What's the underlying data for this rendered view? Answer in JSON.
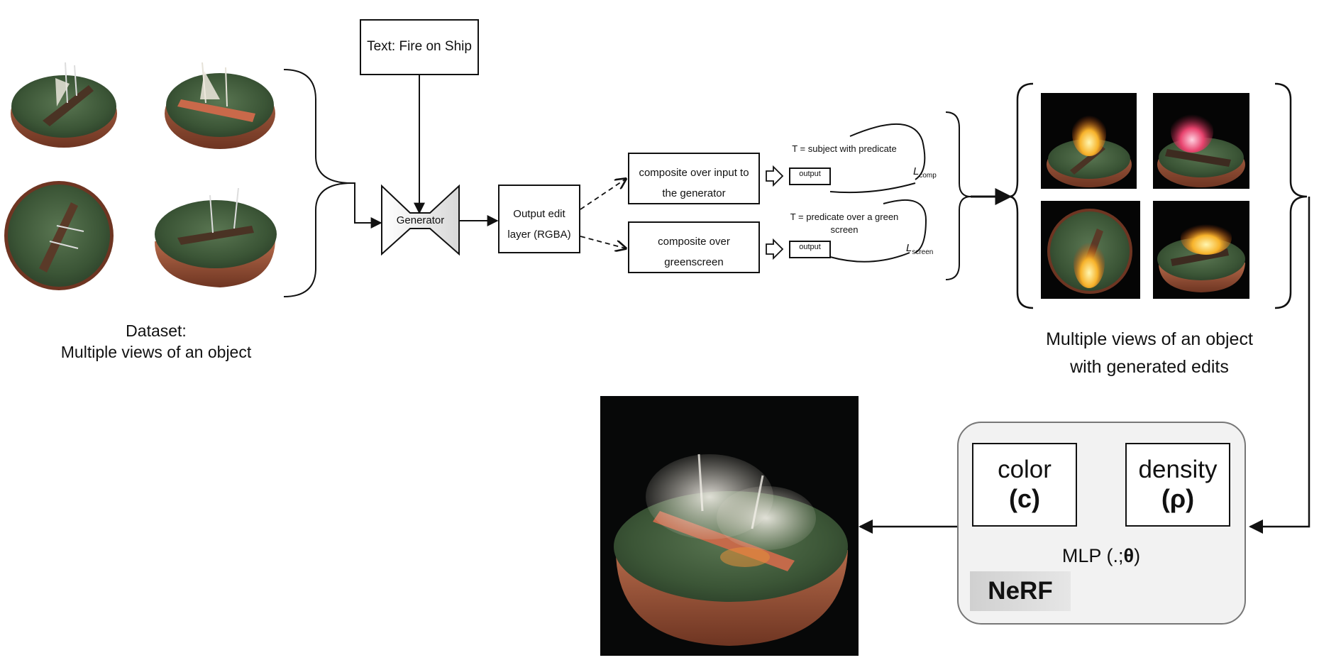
{
  "dataset_caption": {
    "line1": "Dataset:",
    "line2": "Multiple views of an object"
  },
  "text_prompt": "Text: Fire on Ship",
  "generator_label": "Generator",
  "output_layer": {
    "line1": "Output edit",
    "line2": "layer (RGBA)"
  },
  "composite_input": {
    "line1": "composite over input to",
    "line2": "the generator"
  },
  "composite_green": {
    "line1": "composite over",
    "line2": "greenscreen"
  },
  "loss_comp": {
    "prompt": "T = subject with predicate",
    "output": "output",
    "L": "L",
    "sub": "comp"
  },
  "loss_screen": {
    "prompt_line1": "T = predicate over a green",
    "prompt_line2": "screen",
    "output": "output",
    "L": "L",
    "sub": "screen"
  },
  "edits_caption": {
    "line1": "Multiple views of an object",
    "line2": "with generated edits"
  },
  "mlp": {
    "color_label": "color",
    "color_symbol": "(c)",
    "density_label": "density",
    "density_symbol": "(ρ)",
    "mlp_text": "MLP (.;",
    "theta": "θ",
    "mlp_close": ")",
    "nerf_label": "NeRF"
  },
  "icons": [
    "ship-diorama-image",
    "burning-ship-image",
    "hollow-right-arrow-icon"
  ],
  "colors": {
    "line": "#111111",
    "panel_bg": "#f2f2f2",
    "panel_border": "#777777",
    "turf": "#3f5a3a",
    "rim": "#8a4a32"
  }
}
